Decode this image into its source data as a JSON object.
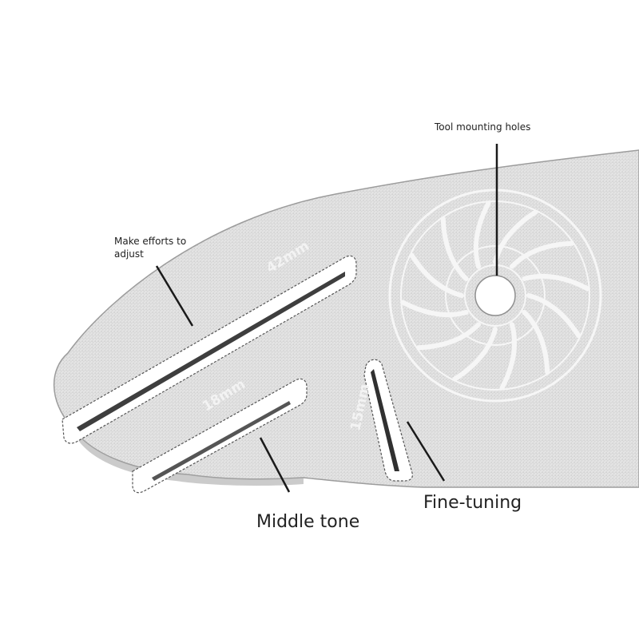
{
  "labels": {
    "tool_mounting_holes": "Tool mounting holes",
    "make_efforts_line1": "Make efforts to",
    "make_efforts_line2": "adjust",
    "middle_tone": "Middle tone",
    "fine_tuning": "Fine-tuning"
  },
  "engravings": {
    "slot_large": "42mm",
    "slot_medium": "18mm",
    "slot_small": "15mm"
  },
  "colors": {
    "metal_light": "#e4e4e4",
    "metal_mid": "#c9c9c9",
    "metal_dark": "#a9a9a9",
    "callout_line": "#1a1a1a",
    "slot_outline": "#555555",
    "text": "#222222"
  },
  "icons": {
    "rotor": "brake-disc-rotor-icon"
  }
}
